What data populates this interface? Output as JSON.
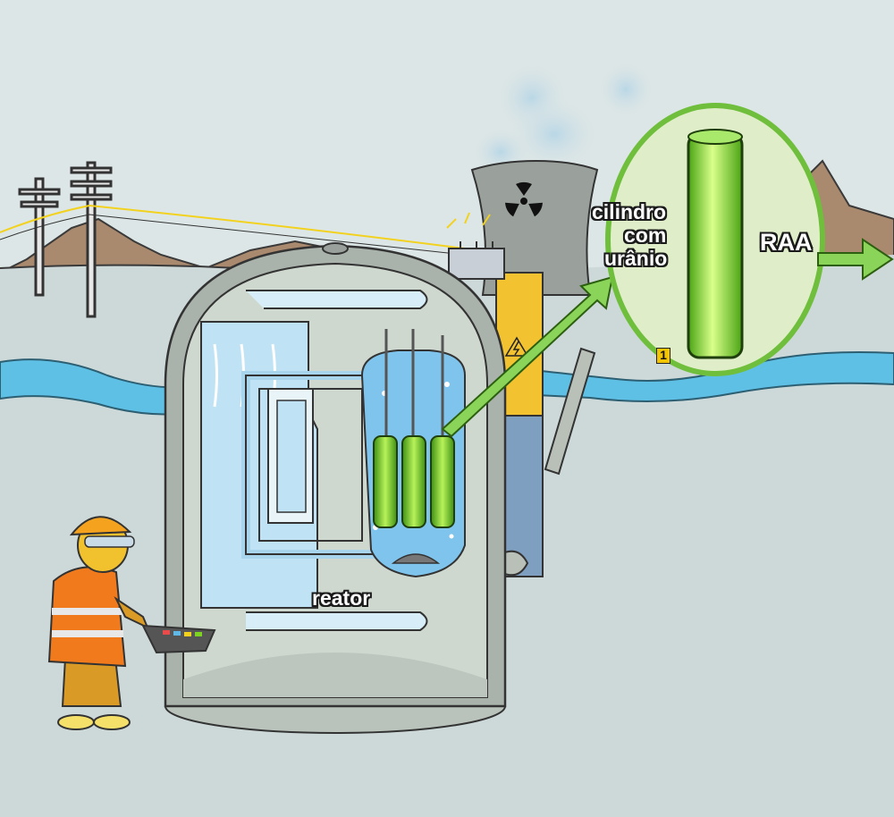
{
  "labels": {
    "cylinder_line1": "cilindro",
    "cylinder_line2": "com",
    "cylinder_line3": "urânio",
    "raa": "RAA",
    "reactor": "reator",
    "badge_number": "1"
  },
  "colors": {
    "sky": "#dde6e6",
    "ground": "#cdd8d8",
    "hills": "#a98a6e",
    "river": "#5fc0e6",
    "dome_shell": "#a9b2ab",
    "dome_interior": "#cfd8cf",
    "water": "#bfe3f5",
    "uranium_green": "#7ed321",
    "zoom_circle": "#dfeec8",
    "arrow_green": "#8bd45a",
    "worker_vest": "#f07a1c",
    "hardhat": "#f5a31e",
    "transformer_yellow": "#f2c230",
    "tower_gray": "#9aa19c"
  },
  "icons": [
    "radiation-icon",
    "warning-high-voltage-icon",
    "arrow-icon"
  ]
}
